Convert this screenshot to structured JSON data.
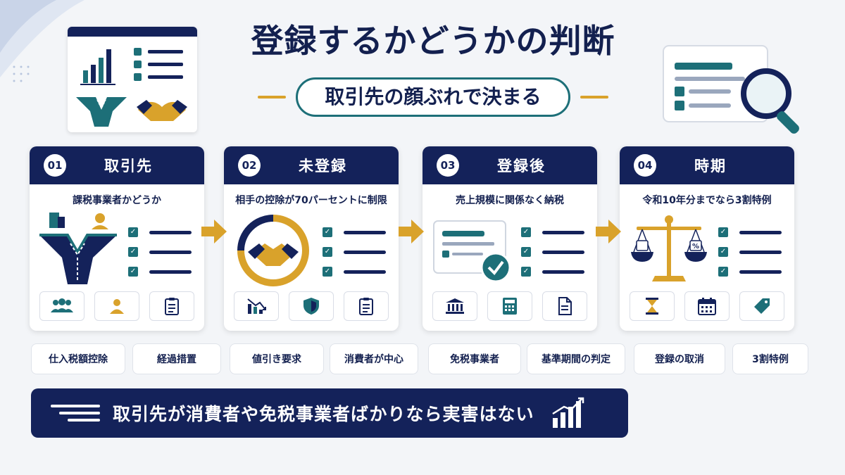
{
  "title": "登録するかどうかの判断",
  "subtitle": "取引先の顔ぶれで決まる",
  "colors": {
    "navy": "#14225a",
    "teal": "#1d6f78",
    "gold": "#d9a22b"
  },
  "cards": [
    {
      "number": "01",
      "title": "取引先",
      "description": "課税事業者かどうか",
      "icons": [
        "people-group-icon",
        "person-icon",
        "clipboard-icon"
      ]
    },
    {
      "number": "02",
      "title": "未登録",
      "description": "相手の控除が70パーセントに制限",
      "icons": [
        "chart-down-icon",
        "shield-icon",
        "clipboard-icon"
      ]
    },
    {
      "number": "03",
      "title": "登録後",
      "description": "売上規模に関係なく納税",
      "icons": [
        "bank-icon",
        "calculator-icon",
        "document-icon"
      ]
    },
    {
      "number": "04",
      "title": "時期",
      "description": "令和10年分までなら3割特例",
      "icons": [
        "hourglass-icon",
        "calendar-icon",
        "tag-icon"
      ]
    }
  ],
  "tags": [
    "仕入税額控除",
    "経過措置",
    "値引き要求",
    "消費者が中心",
    "免税事業者",
    "基準期間の判定",
    "登録の取消",
    "3割特例"
  ],
  "footer": {
    "text": "取引先が消費者や免税事業者ばかりなら実害はない"
  }
}
